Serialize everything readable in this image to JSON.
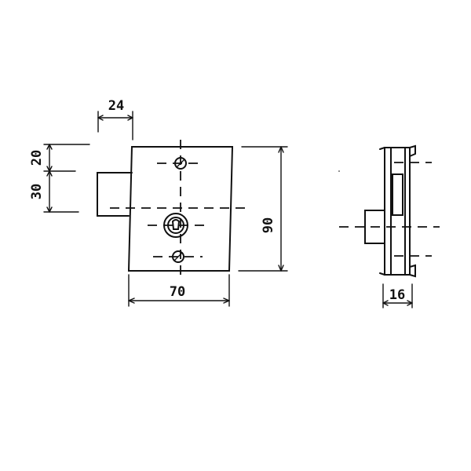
{
  "dimensions": {
    "bolt_width": "24",
    "top_offset": "20",
    "bolt_height": "30",
    "case_width": "70",
    "case_height": "90",
    "backset_depth": "16"
  },
  "colors": {
    "line": "#111111",
    "background": "#ffffff"
  }
}
